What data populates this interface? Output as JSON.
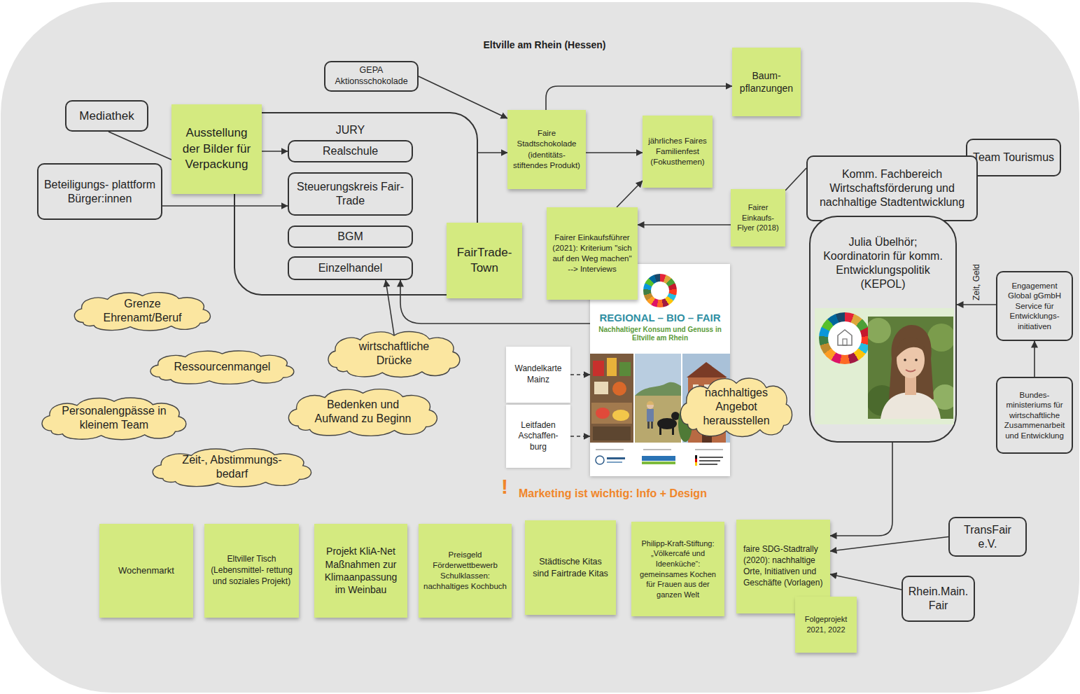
{
  "diagram": {
    "title": "Eltville am Rhein (Hessen)",
    "nodes": [
      {
        "text": [
          "GEPA Aktionsschokolade"
        ]
      },
      {
        "text": [
          "Mediathek"
        ]
      },
      {
        "text": [
          "Ausstellung der Bilder für Verpackung"
        ]
      },
      {
        "text": [
          "JURY"
        ]
      },
      {
        "text": [
          "Realschule"
        ],
        "in": 3
      },
      {
        "text": [
          "Steuerungskreis Fair-Trade"
        ],
        "in": 3
      },
      {
        "text": [
          "BGM"
        ],
        "in": 3
      },
      {
        "text": [
          "Einzelhandel"
        ],
        "in": 3
      },
      {
        "text": [
          "Beteiligungs- plattform Bürger:innen"
        ]
      },
      {
        "text": [
          "Faire Stadtschokolade (identitäts- stiftendes Produkt)"
        ]
      },
      {
        "text": [
          "Baum- pflanzungen"
        ]
      },
      {
        "text": [
          "jährliches Faires Familienfest (Fokusthemen)"
        ]
      },
      {
        "text": [
          "Team Tourismus"
        ]
      },
      {
        "text": [
          "Komm. Fachbereich Wirtschaftsförderung und nachhaltige Stadtentwicklung"
        ]
      },
      {
        "text": [
          "Fairer Einkaufs- Flyer (2018)"
        ]
      },
      {
        "text": [
          "Fairer Einkaufsführer (2021): Kriterium \"sich auf den Weg machen\" --> Interviews"
        ]
      },
      {
        "text": [
          "FairTrade- Town"
        ]
      },
      {
        "text": [
          "Julia Übelhör; Koordinatorin für komm. Entwicklungspolitik (KEPOL)"
        ]
      },
      {
        "text": [
          "Engagement Global gGmbH Service für Entwicklungs- initiativen"
        ]
      },
      {
        "text": [
          "Bundes- ministeriums für wirtschaftliche Zusammenarbeit und Entwicklung"
        ]
      },
      {
        "text": [
          "Grenze Ehrenamt/Beruf"
        ]
      },
      {
        "text": [
          "wirtschaftliche Drücke"
        ]
      },
      {
        "text": [
          "Ressourcenmangel"
        ]
      },
      {
        "text": [
          "Personalengpässe in kleinem Team"
        ]
      },
      {
        "text": [
          "Bedenken und Aufwand zu Beginn"
        ]
      },
      {
        "text": [
          "Zeit-, Abstimmungs- bedarf"
        ]
      },
      {
        "text": [
          "REGIONAL – BIO – FAIR",
          "Nachhaltiger Konsum und Genuss in Eltville am Rhein"
        ]
      },
      {
        "text": [
          "Wandelkarte Mainz"
        ]
      },
      {
        "text": [
          "Leitfaden Aschaffen- burg"
        ]
      },
      {
        "text": [
          "nachhaltiges Angebot herausstellen"
        ]
      },
      {
        "text": [
          "Wochenmarkt"
        ]
      },
      {
        "text": [
          "Eltviller Tisch (Lebensmittel- rettung und soziales Projekt)"
        ]
      },
      {
        "text": [
          "Projekt KliA-Net Maßnahmen zur Klimaanpassung im Weinbau"
        ]
      },
      {
        "text": [
          "Preisgeld Förderwettbewerb Schulklassen: nachhaltiges Kochbuch"
        ]
      },
      {
        "text": [
          "Städtische Kitas sind Fairtrade Kitas"
        ]
      },
      {
        "text": [
          "Philipp-Kraft-Stiftung: „Völkercafé und Ideenküche“: gemeinsames Kochen für Frauen aus der ganzen Welt"
        ]
      },
      {
        "text": [
          "faire SDG-Stadtrally (2020): nachhaltige Orte, Initiativen und Geschäfte (Vorlagen)"
        ]
      },
      {
        "text": [
          "Folgeprojekt 2021, 2022"
        ]
      },
      {
        "text": [
          "TransFair e.V."
        ]
      },
      {
        "text": [
          "Rhein.Main. Fair"
        ]
      }
    ],
    "edges": [
      {
        "from": 1,
        "to": 2,
        "arrow": "none"
      },
      {
        "from": 2,
        "to": 4,
        "arrow": "to"
      },
      {
        "from": 8,
        "to": 5,
        "arrow": "to"
      },
      {
        "from": 0,
        "to": 9,
        "arrow": "to"
      },
      {
        "from": 3,
        "to": 9,
        "arrow": "to"
      },
      {
        "from": 9,
        "to": 10,
        "arrow": "to"
      },
      {
        "from": 9,
        "to": 11,
        "arrow": "to"
      },
      {
        "from": 15,
        "to": 11,
        "arrow": "to"
      },
      {
        "from": 14,
        "to": 15,
        "arrow": "to"
      },
      {
        "from": 14,
        "to": 13,
        "arrow": "none"
      },
      {
        "from": 18,
        "to": 17,
        "arrow": "to",
        "label": "Zeit, Geld"
      },
      {
        "from": 19,
        "to": 18,
        "arrow": "to"
      },
      {
        "from": 26,
        "to": 7,
        "arrow": "to"
      },
      {
        "from": 21,
        "to": 7,
        "arrow": "to"
      },
      {
        "from": 27,
        "to": 26,
        "arrow": "to"
      },
      {
        "from": 28,
        "to": 26,
        "arrow": "to"
      },
      {
        "from": 17,
        "to": 36,
        "arrow": "to"
      },
      {
        "from": 38,
        "to": 36,
        "arrow": "to"
      },
      {
        "from": 39,
        "to": 36,
        "arrow": "to"
      }
    ],
    "labels": [
      "!",
      "Marketing ist wichtig: Info + Design"
    ]
  }
}
